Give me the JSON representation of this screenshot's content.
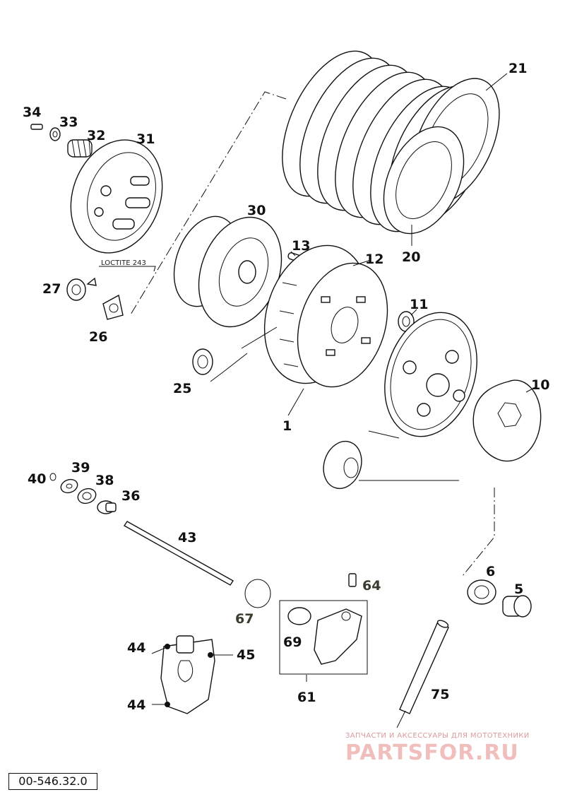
{
  "diagram": {
    "callouts": [
      {
        "id": "34",
        "text": "34"
      },
      {
        "id": "33",
        "text": "33"
      },
      {
        "id": "32",
        "text": "32"
      },
      {
        "id": "31",
        "text": "31"
      },
      {
        "id": "21",
        "text": "21"
      },
      {
        "id": "30",
        "text": "30"
      },
      {
        "id": "20",
        "text": "20"
      },
      {
        "id": "13",
        "text": "13"
      },
      {
        "id": "12",
        "text": "12"
      },
      {
        "id": "27",
        "text": "27"
      },
      {
        "id": "26",
        "text": "26"
      },
      {
        "id": "11",
        "text": "11"
      },
      {
        "id": "10",
        "text": "10"
      },
      {
        "id": "25",
        "text": "25"
      },
      {
        "id": "1",
        "text": "1"
      },
      {
        "id": "40",
        "text": "40"
      },
      {
        "id": "39",
        "text": "39"
      },
      {
        "id": "38",
        "text": "38"
      },
      {
        "id": "36",
        "text": "36"
      },
      {
        "id": "43",
        "text": "43"
      },
      {
        "id": "6",
        "text": "6"
      },
      {
        "id": "5",
        "text": "5"
      },
      {
        "id": "64",
        "text": "64"
      },
      {
        "id": "67",
        "text": "67"
      },
      {
        "id": "69",
        "text": "69"
      },
      {
        "id": "44a",
        "text": "44"
      },
      {
        "id": "45",
        "text": "45"
      },
      {
        "id": "44b",
        "text": "44"
      },
      {
        "id": "61",
        "text": "61"
      },
      {
        "id": "75",
        "text": "75"
      }
    ],
    "note": "LOCTITE 243",
    "drawing_code": "00-546.32.0"
  },
  "watermark": {
    "caption": "ЗАПЧАСТИ И АКСЕССУАРЫ ДЛЯ МОТОТЕХНИКИ",
    "logo": "PARTSFOR.RU"
  },
  "colors": {
    "ink": "#111111",
    "label_olive": "#3b3b2e",
    "watermark": "#d64646"
  }
}
